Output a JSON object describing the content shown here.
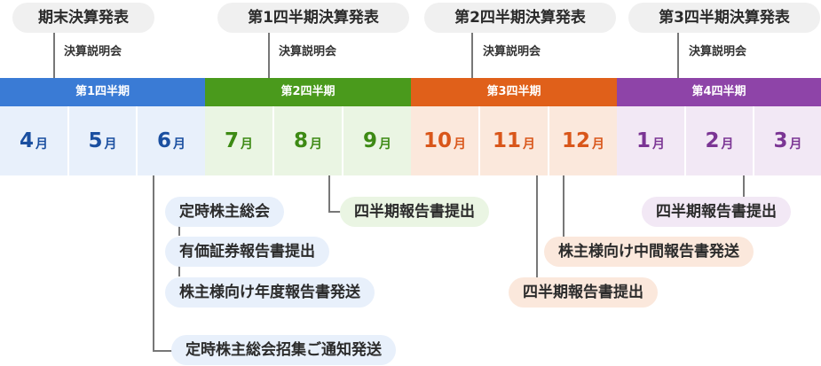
{
  "top_events": [
    {
      "title": "期末決算発表",
      "sub": "決算説明会"
    },
    {
      "title": "第1四半期決算発表",
      "sub": "決算説明会"
    },
    {
      "title": "第2四半期決算発表",
      "sub": "決算説明会"
    },
    {
      "title": "第3四半期決算発表",
      "sub": "決算説明会"
    }
  ],
  "quarters": [
    {
      "label": "第1四半期",
      "color": "#3a7bd5",
      "bg": "#e8f0fb",
      "text": "#1a4fa0"
    },
    {
      "label": "第2四半期",
      "color": "#4a9a1c",
      "bg": "#eaf5e3",
      "text": "#3d8a14"
    },
    {
      "label": "第3四半期",
      "color": "#e0601a",
      "bg": "#fbe8dc",
      "text": "#d9561a"
    },
    {
      "label": "第4四半期",
      "color": "#8e44a8",
      "bg": "#f2e8f5",
      "text": "#7b3594"
    }
  ],
  "months": [
    {
      "num": "4",
      "unit": "月"
    },
    {
      "num": "5",
      "unit": "月"
    },
    {
      "num": "6",
      "unit": "月"
    },
    {
      "num": "7",
      "unit": "月"
    },
    {
      "num": "8",
      "unit": "月"
    },
    {
      "num": "9",
      "unit": "月"
    },
    {
      "num": "10",
      "unit": "月"
    },
    {
      "num": "11",
      "unit": "月"
    },
    {
      "num": "12",
      "unit": "月"
    },
    {
      "num": "1",
      "unit": "月"
    },
    {
      "num": "2",
      "unit": "月"
    },
    {
      "num": "3",
      "unit": "月"
    }
  ],
  "bottom_events": {
    "agm": "定時株主総会",
    "securities_report": "有価証券報告書提出",
    "annual_report_mail": "株主様向け年度報告書発送",
    "agm_notice": "定時株主総会招集ご通知発送",
    "q1_report": "四半期報告書提出",
    "interim_report_mail": "株主様向け中間報告書発送",
    "q2_report": "四半期報告書提出",
    "q3_report": "四半期報告書提出"
  },
  "colors": {
    "line": "#777777",
    "top_pill": "#f0f0f0"
  }
}
